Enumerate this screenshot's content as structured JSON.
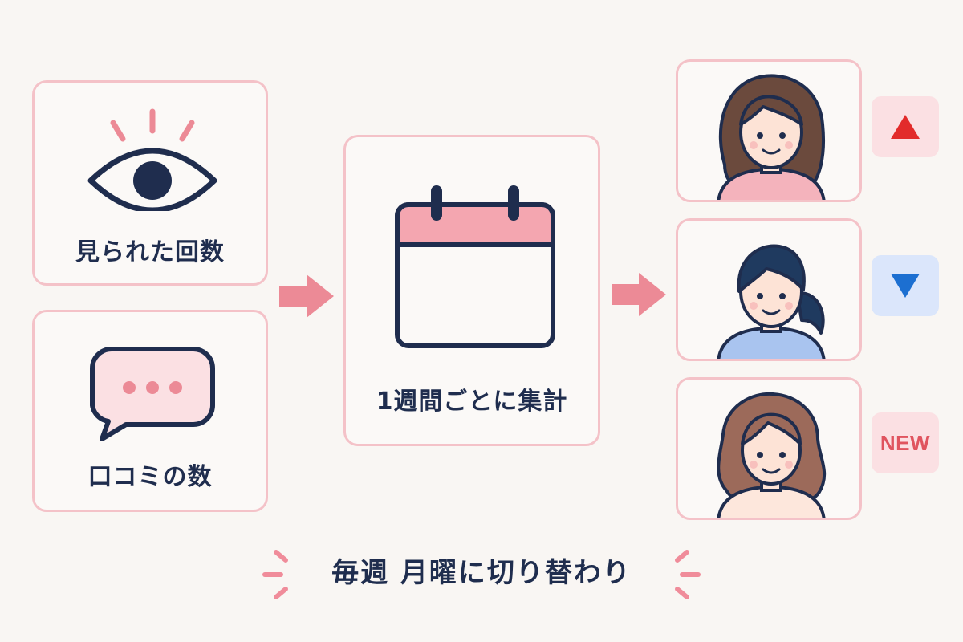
{
  "inputs": [
    {
      "label": "見られた回数",
      "icon": "eye-icon"
    },
    {
      "label": "口コミの数",
      "icon": "speech-bubble-icon"
    }
  ],
  "process": {
    "label": "1週間ごとに集計",
    "icon": "calendar-icon"
  },
  "ranking": [
    {
      "icon": "woman-brown-hair-avatar",
      "status": "up",
      "status_icon": "triangle-up-icon"
    },
    {
      "icon": "woman-ponytail-avatar",
      "status": "down",
      "status_icon": "triangle-down-icon"
    },
    {
      "icon": "woman-wavy-hair-avatar",
      "status": "new",
      "badge_text": "NEW"
    }
  ],
  "footer": {
    "text": "毎週 月曜に切り替わり"
  },
  "colors": {
    "background": "#f9f6f3",
    "card_border": "#f4c2c8",
    "navy": "#1f2d4e",
    "pink_accent": "#f4a6b0",
    "arrow": "#ec8a96",
    "up_red": "#e22b2b",
    "down_blue": "#1c6fd1",
    "badge_pink": "#fbe0e3",
    "badge_blue": "#dbe6fb"
  }
}
